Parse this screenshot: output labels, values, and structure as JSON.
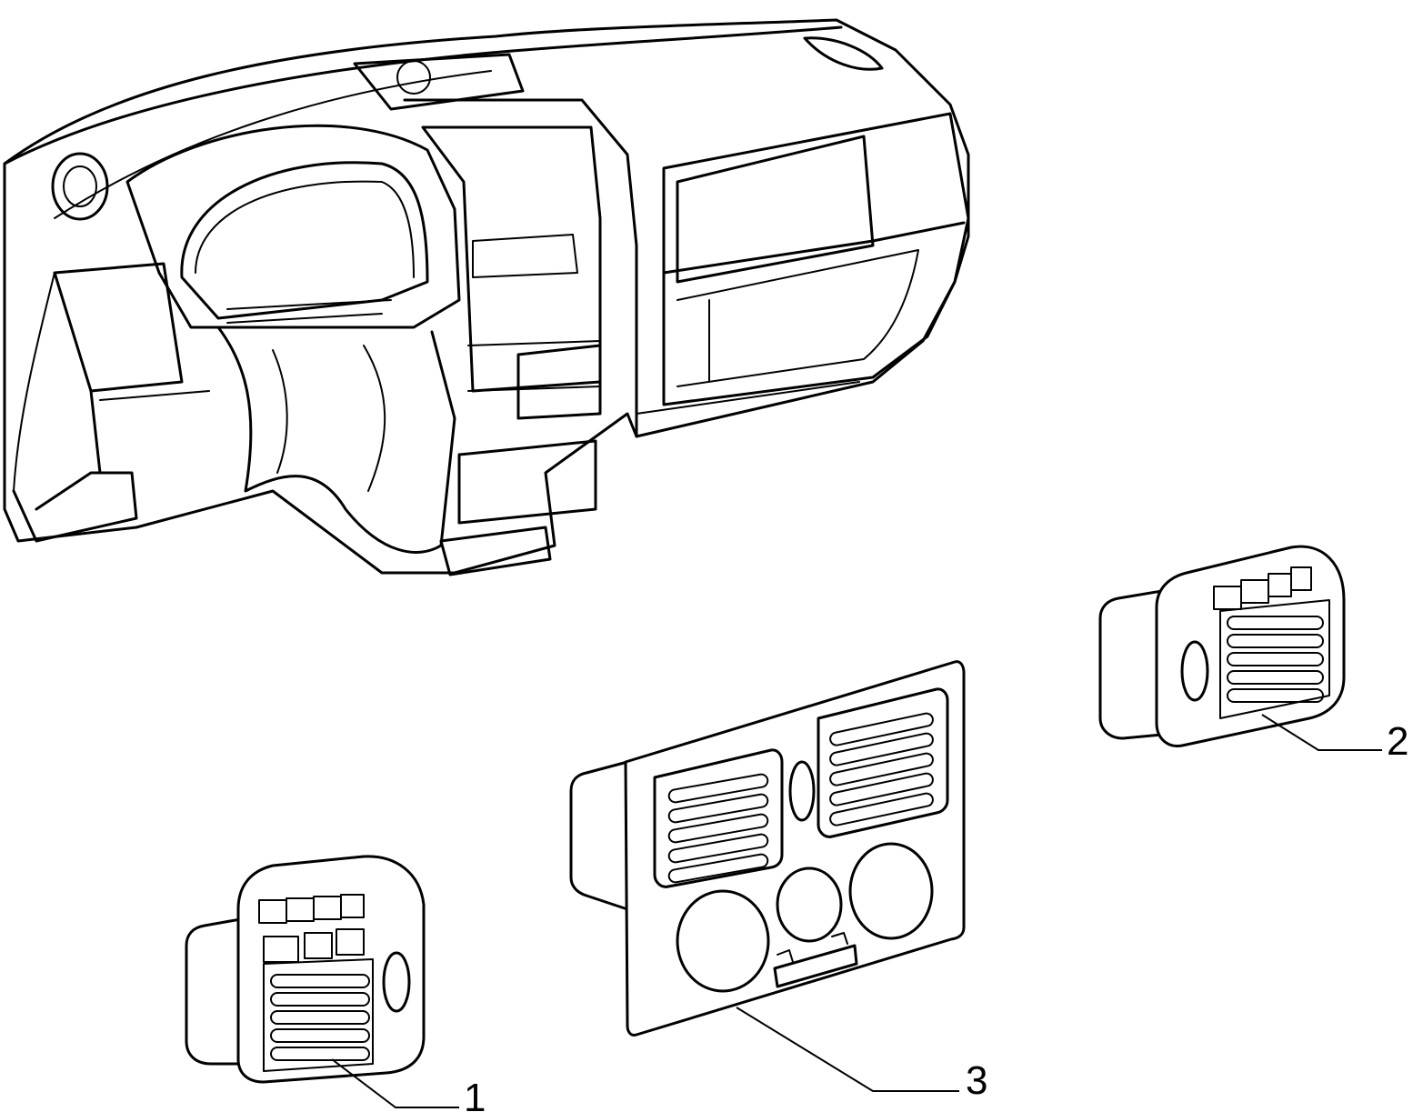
{
  "callouts": [
    {
      "id": "1",
      "label": "1",
      "part": "left-side-air-vent"
    },
    {
      "id": "2",
      "label": "2",
      "part": "right-side-air-vent"
    },
    {
      "id": "3",
      "label": "3",
      "part": "center-vent-panel"
    }
  ]
}
